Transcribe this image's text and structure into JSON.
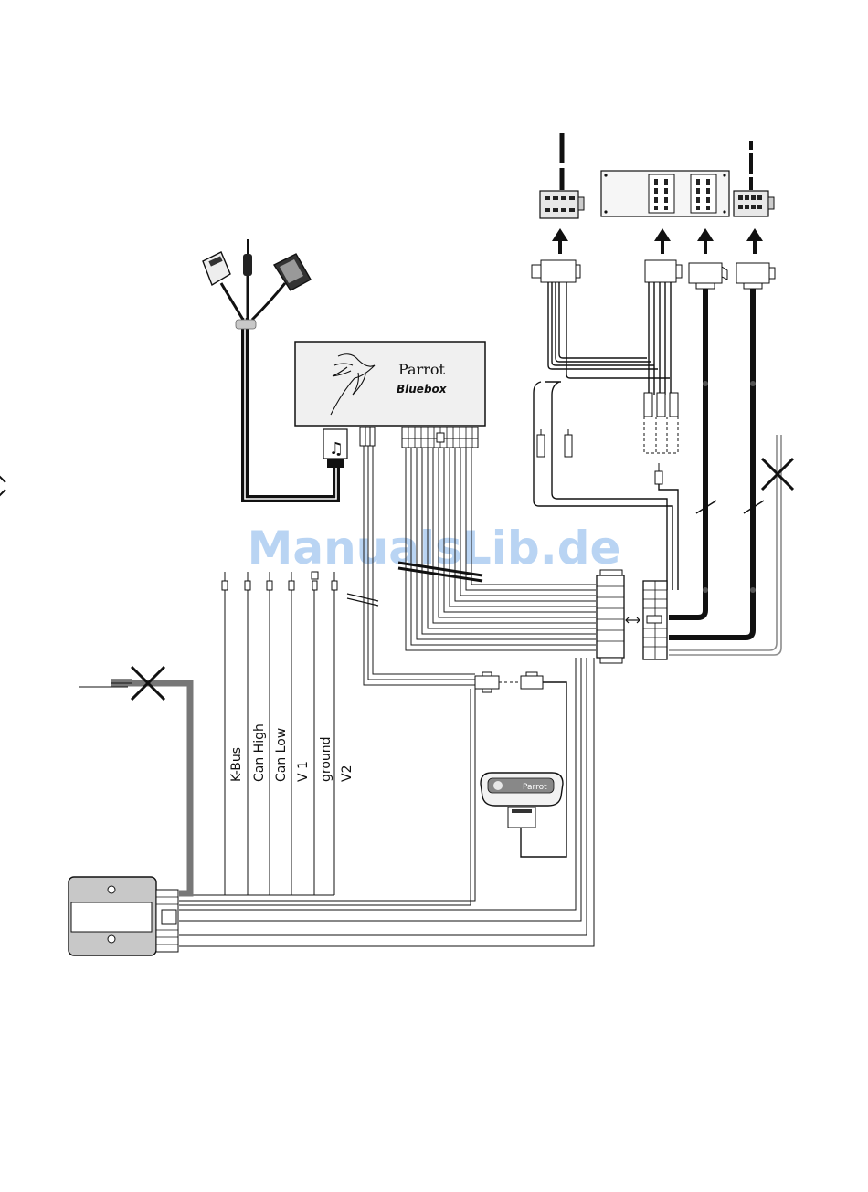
{
  "watermark": {
    "text": "ManualsLib.de",
    "color": "#b9d4f3"
  },
  "main_unit": {
    "brand": "Parrot",
    "model": "Bluebox"
  },
  "remote": {
    "brand": "Parrot"
  },
  "wire_labels": [
    "K-Bus",
    "Can High",
    "Can Low",
    "V 1",
    "ground",
    "V2"
  ],
  "colors": {
    "stroke": "#1a1a1a",
    "grey_wire": "#8c8c8c",
    "module_fill": "#c8c8c8",
    "panel_fill": "#f0f0f0"
  }
}
